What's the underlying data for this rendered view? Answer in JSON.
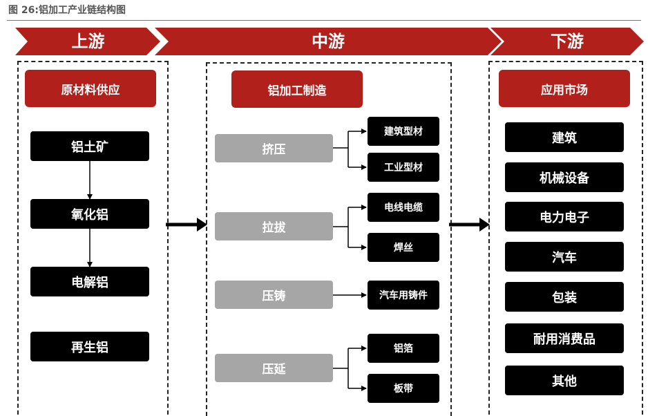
{
  "title": "图 26:铝加工产业链结构图",
  "colors": {
    "accent": "#b2201c",
    "gray": "#a6a6a6",
    "black": "#000000"
  },
  "stages": [
    "上游",
    "中游",
    "下游"
  ],
  "upstream": {
    "header": "原材料供应",
    "items": [
      "铝土矿",
      "氧化铝",
      "电解铝",
      "再生铝"
    ]
  },
  "midstream": {
    "header": "铝加工制造",
    "processes": [
      {
        "name": "挤压",
        "products": [
          "建筑型材",
          "工业型材"
        ]
      },
      {
        "name": "拉拔",
        "products": [
          "电线电缆",
          "焊丝"
        ]
      },
      {
        "name": "压铸",
        "products": [
          "汽车用铸件"
        ]
      },
      {
        "name": "压延",
        "products": [
          "铝箔",
          "板带"
        ]
      }
    ]
  },
  "downstream": {
    "header": "应用市场",
    "items": [
      "建筑",
      "机械设备",
      "电力电子",
      "汽车",
      "包装",
      "耐用消费品",
      "其他"
    ]
  }
}
